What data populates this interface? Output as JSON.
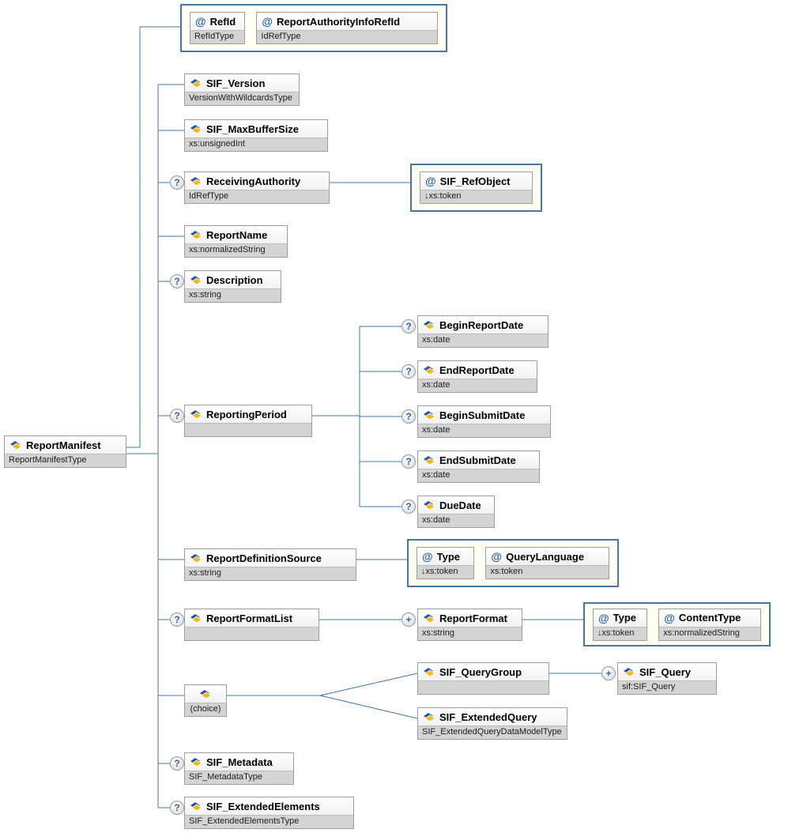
{
  "markers": {
    "optional": "?",
    "repeat": "+",
    "attribute": "@"
  },
  "colors": {
    "connector": "#4576a5",
    "attr_container_bg": "#fffff2",
    "attr_container_border": "#4576a5",
    "type_row_bg": "#d4d4d4"
  },
  "nodes": {
    "report_manifest": {
      "label": "ReportManifest",
      "type": "ReportManifestType"
    },
    "refid": {
      "label": "RefId",
      "type": "RefIdType"
    },
    "report_authority_info_refid": {
      "label": "ReportAuthorityInfoRefId",
      "type": "IdRefType"
    },
    "sif_version": {
      "label": "SIF_Version",
      "type": "VersionWithWildcardsType"
    },
    "sif_max_buffer_size": {
      "label": "SIF_MaxBufferSize",
      "type": "xs:unsignedInt"
    },
    "receiving_authority": {
      "label": "ReceivingAuthority",
      "type": "IdRefType"
    },
    "sif_ref_object": {
      "label": "SIF_RefObject",
      "type": "↓xs:token"
    },
    "report_name": {
      "label": "ReportName",
      "type": "xs:normalizedString"
    },
    "description": {
      "label": "Description",
      "type": "xs:string"
    },
    "reporting_period": {
      "label": "ReportingPeriod",
      "type": ""
    },
    "begin_report_date": {
      "label": "BeginReportDate",
      "type": "xs:date"
    },
    "end_report_date": {
      "label": "EndReportDate",
      "type": "xs:date"
    },
    "begin_submit_date": {
      "label": "BeginSubmitDate",
      "type": "xs:date"
    },
    "end_submit_date": {
      "label": "EndSubmitDate",
      "type": "xs:date"
    },
    "due_date": {
      "label": "DueDate",
      "type": "xs:date"
    },
    "report_definition_source": {
      "label": "ReportDefinitionSource",
      "type": "xs:string"
    },
    "rds_type": {
      "label": "Type",
      "type": "↓xs:token"
    },
    "query_language": {
      "label": "QueryLanguage",
      "type": "xs:token"
    },
    "report_format_list": {
      "label": "ReportFormatList",
      "type": ""
    },
    "report_format": {
      "label": "ReportFormat",
      "type": "xs:string"
    },
    "rf_type": {
      "label": "Type",
      "type": "↓xs:token"
    },
    "content_type": {
      "label": "ContentType",
      "type": "xs:normalizedString"
    },
    "choice": {
      "label": "(choice)"
    },
    "sif_query_group": {
      "label": "SIF_QueryGroup",
      "type": ""
    },
    "sif_query": {
      "label": "SIF_Query",
      "type": "sif:SIF_Query"
    },
    "sif_extended_query": {
      "label": "SIF_ExtendedQuery",
      "type": "SIF_ExtendedQueryDataModelType"
    },
    "sif_metadata": {
      "label": "SIF_Metadata",
      "type": "SIF_MetadataType"
    },
    "sif_extended_elements": {
      "label": "SIF_ExtendedElements",
      "type": "SIF_ExtendedElementsType"
    }
  }
}
